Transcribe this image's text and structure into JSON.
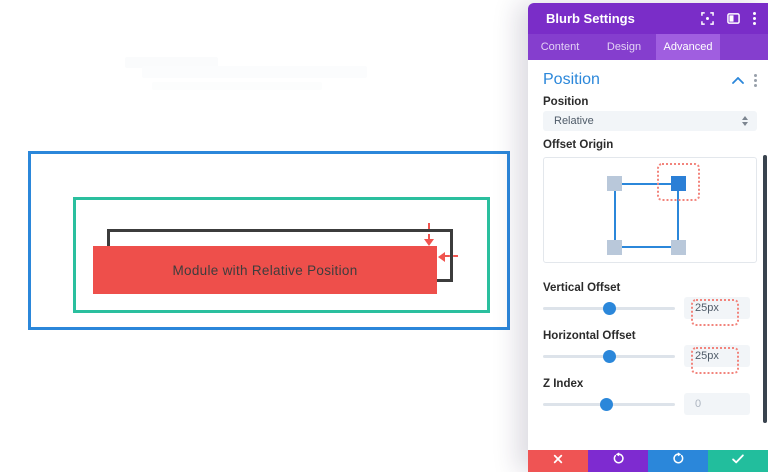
{
  "colors": {
    "accent_blue": "#2b87da",
    "accent_teal": "#2abf9e",
    "module_red": "#ee4f4b",
    "arrow_red": "#f0544f",
    "highlight_red": "#f2847c",
    "header_purple": "#7a2dc8",
    "tabbar_purple": "#853ece",
    "active_tab_purple": "#a05ee0",
    "footer_red": "#ef5454",
    "footer_purple": "#7e2bd0",
    "footer_blue": "#2b87da",
    "footer_teal": "#22be9d"
  },
  "canvas": {
    "module_label": "Module with Relative Position",
    "offset_arrows": [
      "down",
      "left"
    ]
  },
  "panel": {
    "title": "Blurb Settings",
    "header_icons": [
      "expand-icon",
      "split-view-icon",
      "more-options-icon"
    ],
    "tabs": [
      {
        "label": "Content"
      },
      {
        "label": "Design"
      },
      {
        "label": "Advanced"
      }
    ],
    "active_tab": "Advanced",
    "position_section": {
      "title": "Position",
      "position_label": "Position",
      "position_value": "Relative",
      "offset_origin_label": "Offset Origin",
      "offset_origin_selected": "top-right",
      "vertical_offset": {
        "label": "Vertical Offset",
        "value": "25px",
        "percent": 50
      },
      "horizontal_offset": {
        "label": "Horizontal Offset",
        "value": "25px",
        "percent": 50
      },
      "z_index": {
        "label": "Z Index",
        "value": "0",
        "percent": 48
      }
    },
    "footer_icons": [
      "close-icon",
      "undo-icon",
      "redo-icon",
      "check-icon"
    ]
  }
}
